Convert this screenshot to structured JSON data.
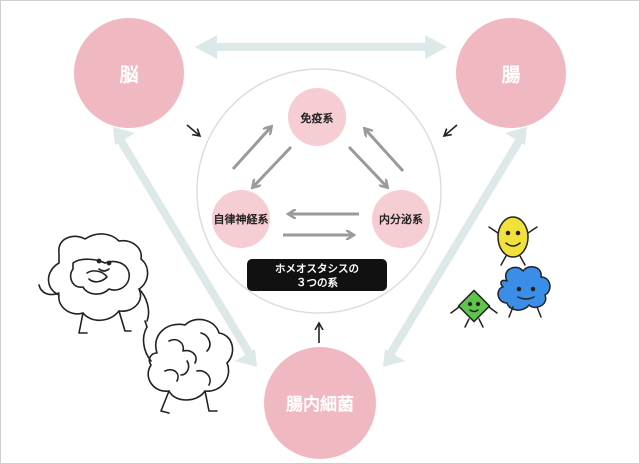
{
  "nodes": {
    "brain": "脳",
    "gut": "腸",
    "microbiota": "腸内細菌",
    "immune": "免疫系",
    "autonomic": "自律神経系",
    "endocrine": "内分泌系"
  },
  "center_label": {
    "line1": "ホメオスタシスの",
    "line2": "３つの系"
  },
  "colors": {
    "node_pink": "#f0b8c0",
    "small_node_pink": "#f6cdd3",
    "double_arrow": "#dde8e8",
    "gray_arrow": "#9a9a9a",
    "label_box": "#111111"
  },
  "illustrations": [
    "intestine-character",
    "brain-character",
    "bacteria-characters"
  ]
}
